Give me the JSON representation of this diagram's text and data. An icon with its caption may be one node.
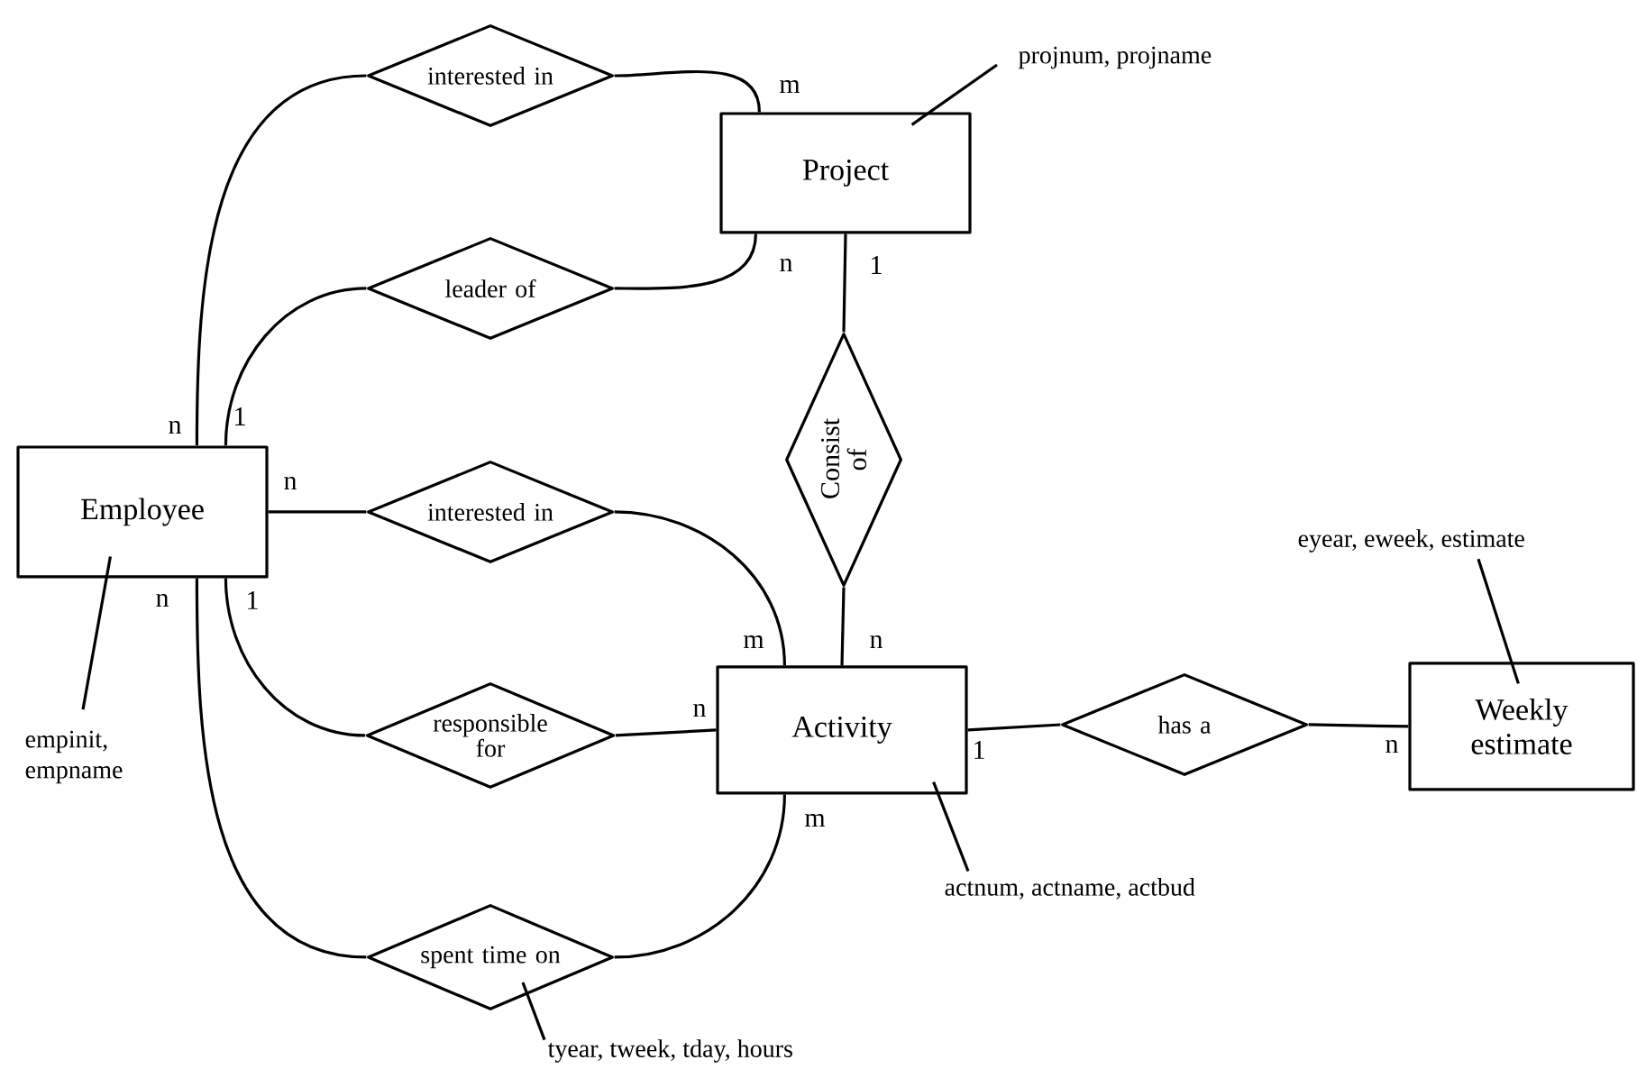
{
  "diagram": {
    "nodes": [
      {
        "text": [
          "Project"
        ]
      },
      {
        "text": [
          "Employee"
        ]
      },
      {
        "text": [
          "Activity"
        ]
      },
      {
        "text": [
          "Weekly estimate"
        ]
      },
      {
        "text": [
          "interested in"
        ]
      },
      {
        "text": [
          "leader of"
        ]
      },
      {
        "text": [
          "interested in"
        ]
      },
      {
        "text": [
          "responsible for"
        ]
      },
      {
        "text": [
          "spent time on"
        ]
      },
      {
        "text": [
          "Consist of"
        ]
      },
      {
        "text": [
          "has a"
        ]
      },
      {
        "text": [
          "projnum, projname"
        ]
      },
      {
        "text": [
          "empinit, empname"
        ]
      },
      {
        "text": [
          "actnum, actname, actbud"
        ]
      },
      {
        "text": [
          "eyear, eweek, estimate"
        ]
      },
      {
        "text": [
          "tyear, tweek, tday, hours"
        ]
      }
    ],
    "edges": [
      {
        "from": 1,
        "to": 4,
        "arrow": "none",
        "label": "n"
      },
      {
        "from": 4,
        "to": 0,
        "arrow": "none",
        "label": "m"
      },
      {
        "from": 1,
        "to": 5,
        "arrow": "none",
        "label": "1"
      },
      {
        "from": 5,
        "to": 0,
        "arrow": "none",
        "label": "n"
      },
      {
        "from": 1,
        "to": 6,
        "arrow": "none",
        "label": "n"
      },
      {
        "from": 6,
        "to": 2,
        "arrow": "none",
        "label": "m"
      },
      {
        "from": 1,
        "to": 7,
        "arrow": "none",
        "label": "1"
      },
      {
        "from": 7,
        "to": 2,
        "arrow": "none",
        "label": "n"
      },
      {
        "from": 1,
        "to": 8,
        "arrow": "none",
        "label": "n"
      },
      {
        "from": 8,
        "to": 2,
        "arrow": "none",
        "label": "m"
      },
      {
        "from": 0,
        "to": 9,
        "arrow": "none",
        "label": "1"
      },
      {
        "from": 9,
        "to": 2,
        "arrow": "none",
        "label": "n"
      },
      {
        "from": 2,
        "to": 10,
        "arrow": "none",
        "label": "1"
      },
      {
        "from": 10,
        "to": 3,
        "arrow": "none",
        "label": "n"
      },
      {
        "from": 11,
        "to": 0,
        "arrow": "none"
      },
      {
        "from": 12,
        "to": 1,
        "arrow": "none"
      },
      {
        "from": 13,
        "to": 2,
        "arrow": "none"
      },
      {
        "from": 14,
        "to": 3,
        "arrow": "none"
      },
      {
        "from": 15,
        "to": 8,
        "arrow": "none"
      }
    ]
  }
}
